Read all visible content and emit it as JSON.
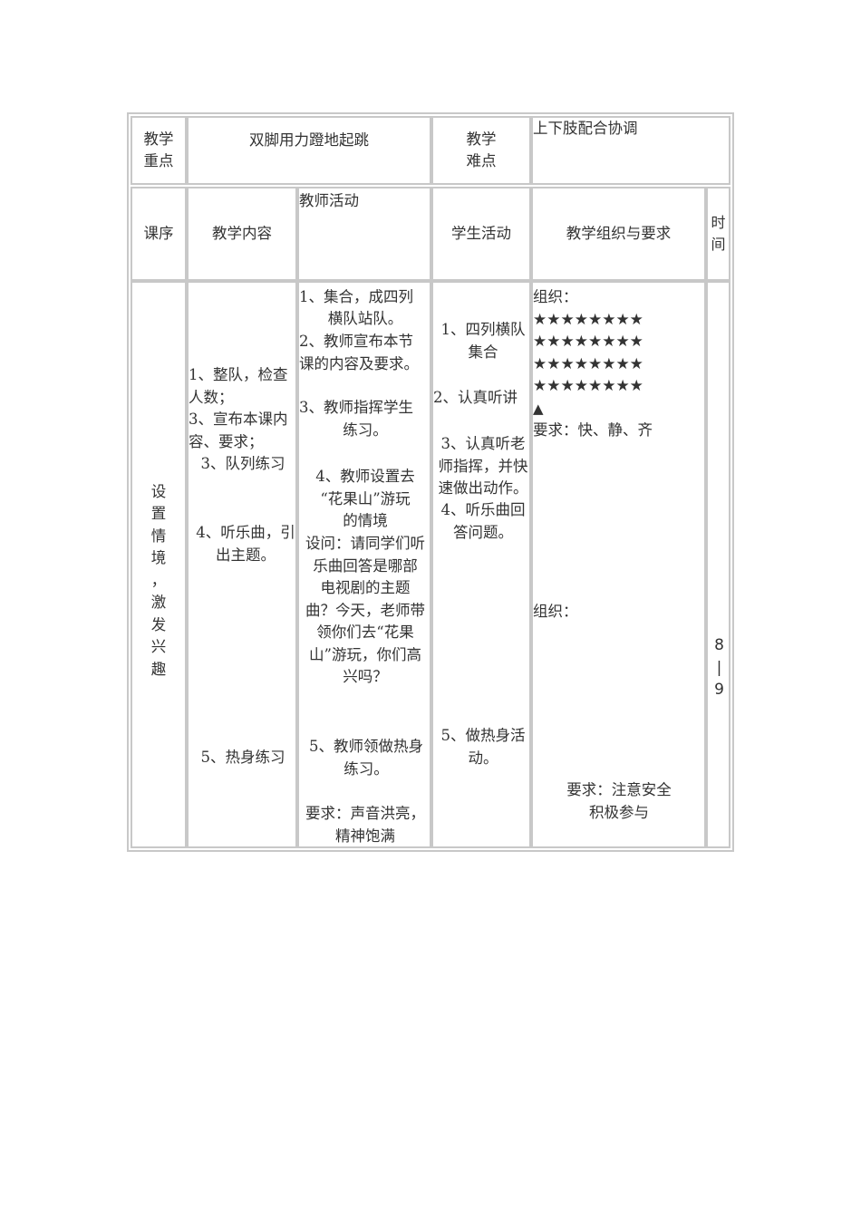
{
  "table": {
    "row1": {
      "focus_label": "教学\n重点",
      "focus_value": "双脚用力蹬地起跳",
      "difficulty_label": "教学\n难点",
      "difficulty_value": "上下肢配合协调"
    },
    "headers": {
      "sequence": "课序",
      "content": "教学内容",
      "teacher": "教师活动",
      "student": "学生活动",
      "organization": "教学组织与要求",
      "time": "时\n间"
    },
    "section": {
      "sequence": "设\n置\n情\n境\n，\n激\n发\n兴\n趣",
      "content": {
        "block1": "1、整队，检查\n人数；\n3、宣布本课内\n容、要求；",
        "block2": "3、队列练习",
        "block3": "4、听乐曲，引\n出主题。",
        "block4": "5、热身练习"
      },
      "teacher": {
        "block1a": "1、集合，成四列",
        "block1b": "横队站队。",
        "block2": "2、教师宣布本节\n课的内容及要求。",
        "block3a": "3、教师指挥学生",
        "block3b": "练习。",
        "block4": "4、教师设置去\n“花果山”游玩\n的情境",
        "block5": "设问：请同学们听\n乐曲回答是哪部\n电视剧的主题\n曲？今天，老师带\n领你们去“花果\n山”游玩，你们高\n兴吗？",
        "block6": "5、教师领做热身\n练习。",
        "block7": "要求：声音洪亮，\n精神饱满"
      },
      "student": {
        "block1": "1、四列横队\n集合",
        "block2": "2、认真听讲",
        "block3": "3、认真听老\n师指挥，并快\n速做出动作。",
        "block4": "4、听乐曲回\n答问题。",
        "block5": "5、做热身活\n动。"
      },
      "organization": {
        "label1": "组织：",
        "star_rows": [
          "★★★★★★★★",
          "★★★★★★★★",
          "★★★★★★★★",
          "★★★★★★★★"
        ],
        "teacher_marker": "▲",
        "req1": "要求：快、静、齐",
        "label2": "组织：",
        "req2": "要求：注意安全\n积极参与"
      },
      "time": "8\n|\n9"
    }
  }
}
